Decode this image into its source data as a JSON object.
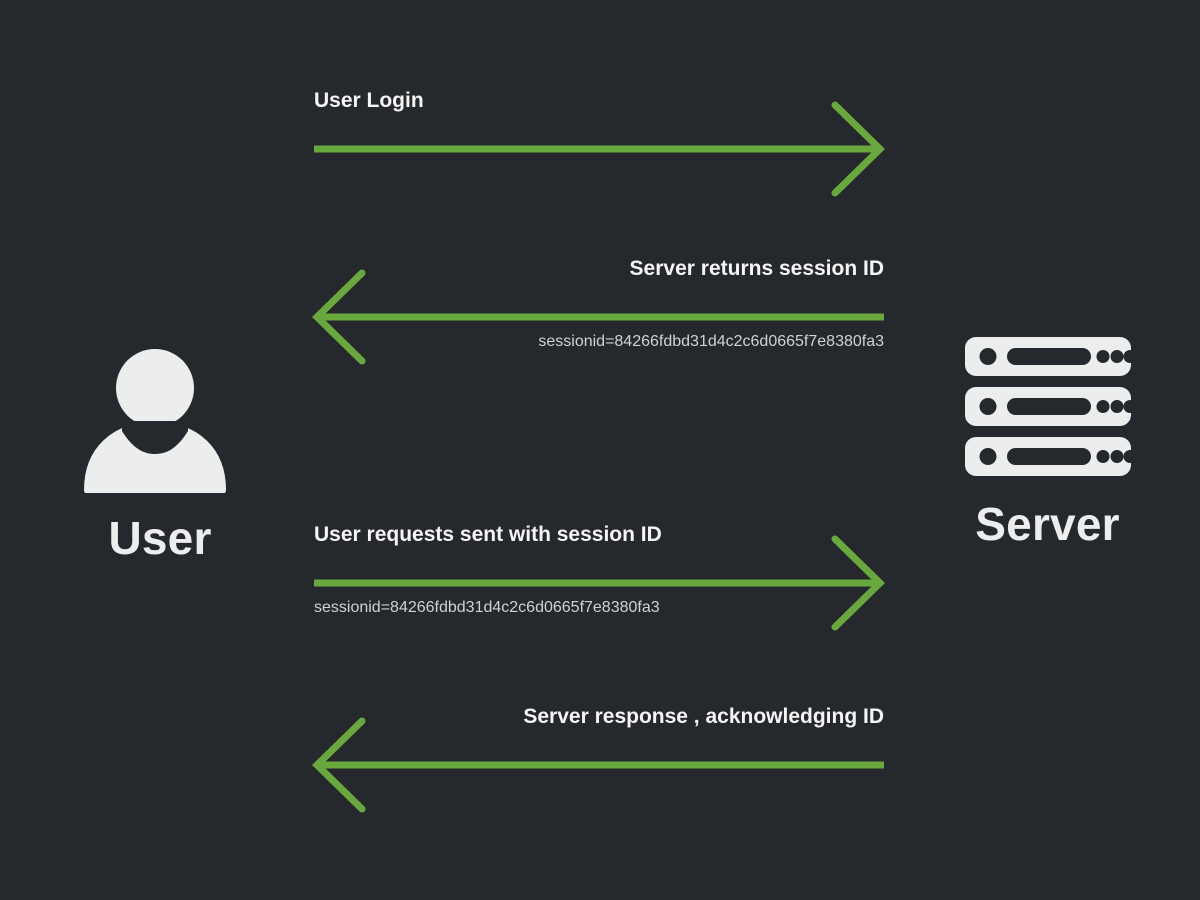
{
  "theme": {
    "background": "#25292d",
    "arrow_green": "#69a83c",
    "text_primary": "#f4f5f5",
    "text_secondary": "#cfd2d4",
    "icon_fill": "#eceded"
  },
  "actors": {
    "user": {
      "label": "User",
      "icon": "user-avatar-icon"
    },
    "server": {
      "label": "Server",
      "icon": "server-rack-icon"
    }
  },
  "messages": [
    {
      "id": "user-login",
      "title": "User Login",
      "subtitle": "",
      "direction": "right",
      "title_align": "left",
      "subtitle_align": "left"
    },
    {
      "id": "server-returns-session-id",
      "title": "Server returns session ID",
      "subtitle": "sessionid=84266fdbd31d4c2c6d0665f7e8380fa3",
      "direction": "left",
      "title_align": "right",
      "subtitle_align": "right"
    },
    {
      "id": "user-requests-with-session-id",
      "title": "User requests sent with session ID",
      "subtitle": "sessionid=84266fdbd31d4c2c6d0665f7e8380fa3",
      "direction": "right",
      "title_align": "left",
      "subtitle_align": "left"
    },
    {
      "id": "server-response-acknowledging-id",
      "title": "Server response , acknowledging ID",
      "subtitle": "",
      "direction": "left",
      "title_align": "right",
      "subtitle_align": "right"
    }
  ]
}
